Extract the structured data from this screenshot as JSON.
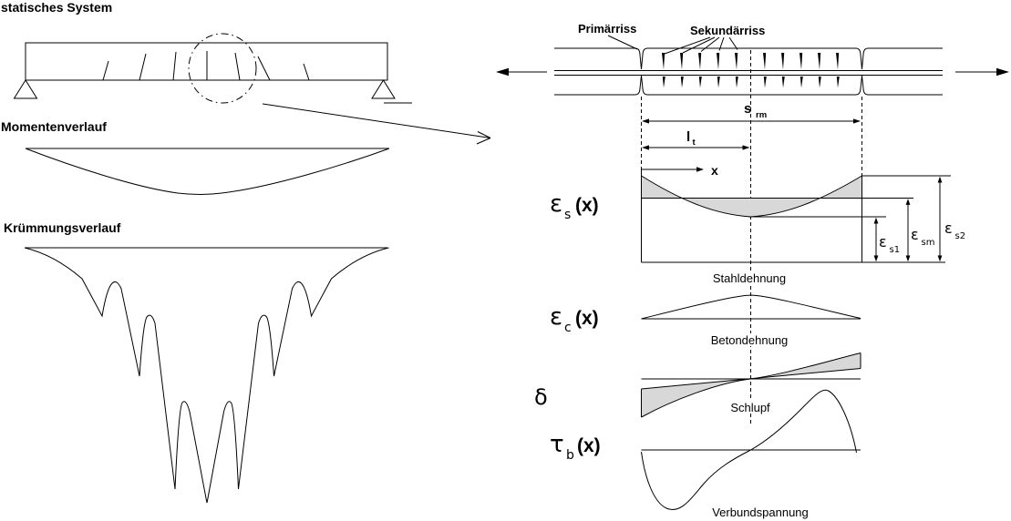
{
  "page": {
    "background": "#ffffff",
    "line_color": "#000000",
    "shade_color": "#d8d8d8"
  },
  "left_panel": {
    "static_system_title": "statisches System",
    "moment_title": "Momentenverlauf",
    "curvature_title": "Krümmungsverlauf"
  },
  "right_panel": {
    "primary_crack_label": "Primärriss",
    "secondary_crack_label": "Sekundärriss",
    "crack_spacing_dim": {
      "main": "s",
      "sub": "rm"
    },
    "transfer_length_dim": {
      "main": "l",
      "sub": "t"
    },
    "x_axis_label": "x",
    "steel_strain": {
      "symbol": "ε",
      "sub": "s",
      "arg": "(x)",
      "caption": "Stahldehnung"
    },
    "concrete_strain": {
      "symbol": "ε",
      "sub": "c",
      "arg": "(x)",
      "caption": "Betondehnung"
    },
    "slip": {
      "symbol": "δ",
      "caption": "Schlupf"
    },
    "bond_stress": {
      "symbol": "τ",
      "sub": "b",
      "arg": "(x)",
      "caption": "Verbundspannung"
    },
    "strain_levels": [
      {
        "symbol": "ε",
        "sub": "s1"
      },
      {
        "symbol": "ε",
        "sub": "sm"
      },
      {
        "symbol": "ε",
        "sub": "s2"
      }
    ]
  }
}
